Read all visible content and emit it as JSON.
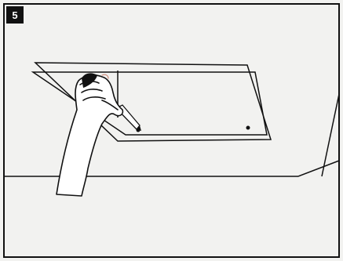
{
  "step": {
    "number": "5"
  },
  "colors": {
    "background": "#f2f2f0",
    "ink": "#111111",
    "badge": "#111111",
    "badge_text": "#ffffff"
  },
  "scene": {
    "elements": [
      "illustration-frame",
      "wall-ceiling-lines",
      "template-sheet",
      "hand",
      "pencil",
      "mark-dots"
    ]
  }
}
